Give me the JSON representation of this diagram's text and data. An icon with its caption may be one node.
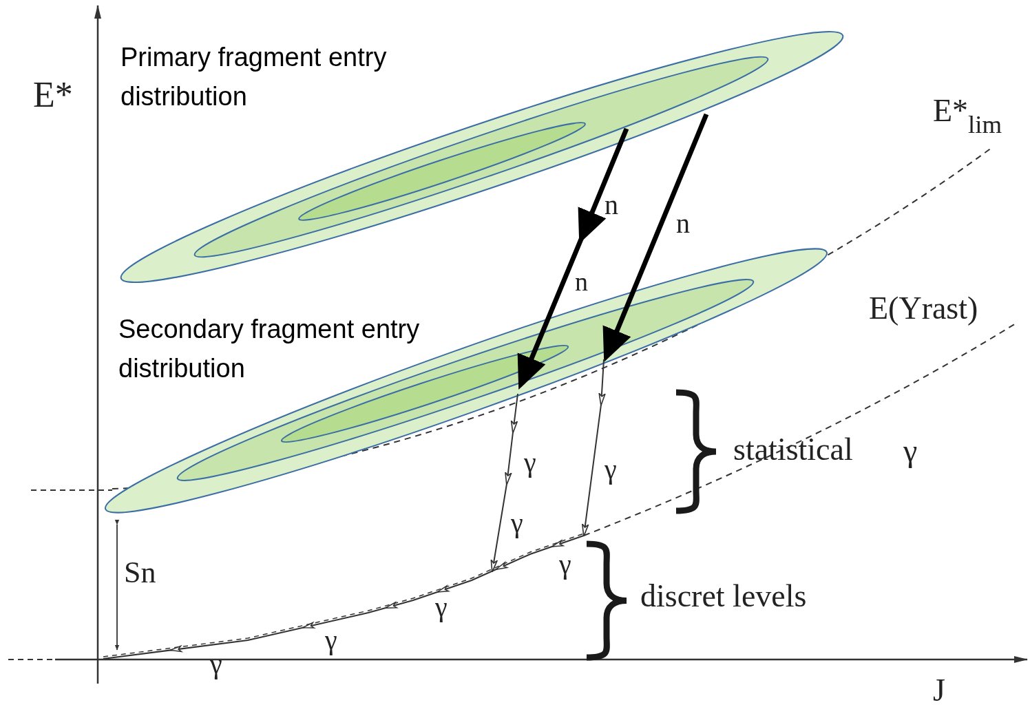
{
  "diagram": {
    "nodes": [
      {
        "text": [
          "Primary fragment entry distribution"
        ]
      },
      {
        "text": [
          "Secondary fragment entry distribution"
        ]
      },
      {
        "text": [],
        "shape": "line"
      }
    ],
    "edges": [
      {
        "from": 0,
        "to": 1,
        "arrow": "to",
        "label": "n",
        "style": "thick"
      },
      {
        "from": 0,
        "to": 1,
        "arrow": "to",
        "label": "n",
        "style": "thick"
      },
      {
        "from": 1,
        "to": 2,
        "arrow": "to",
        "label": "γ"
      },
      {
        "from": 1,
        "to": 2,
        "arrow": "to",
        "label": "γ"
      }
    ],
    "labels": [
      "E*",
      "E*$_{lim}$",
      "n",
      "E(Yrast)",
      "statistical",
      "γ",
      "γ",
      "Sn",
      "γ",
      "discret levels",
      "γ",
      "γ",
      "γ",
      "J"
    ]
  }
}
